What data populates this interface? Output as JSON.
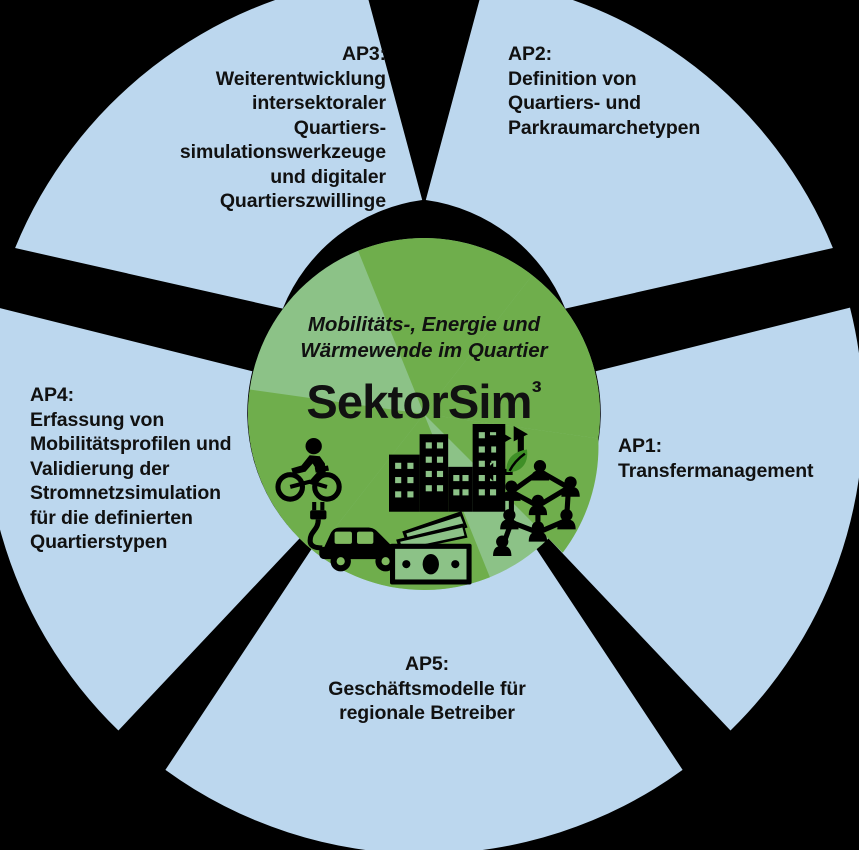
{
  "meta": {
    "figure_title": "SektorSim³ Arbeitspakete Blütendiagramm",
    "background_color": "#000000"
  },
  "colors": {
    "petal": "#bcd7ee",
    "core_green_dark": "#6fae4c",
    "core_green_light": "#8cc287",
    "text": "#111111",
    "icon": "#000000",
    "leaf_green": "#4a9a2f"
  },
  "core": {
    "tagline": "Mobilitäts-, Energie und\nWärmewende im Quartier",
    "title": "SektorSim",
    "title_superscript": "³",
    "icons": [
      {
        "name": "cyclist-icon",
        "label": "Radfahrer"
      },
      {
        "name": "city-buildings-icon",
        "label": "Gebäude / Quartier"
      },
      {
        "name": "recycling-leaf-icon",
        "label": "Recycling mit Blatt"
      },
      {
        "name": "electric-car-icon",
        "label": "Elektroauto mit Ladestecker"
      },
      {
        "name": "banknotes-icon",
        "label": "Geldscheine"
      },
      {
        "name": "stakeholder-network-icon",
        "label": "Akteursnetzwerk"
      }
    ]
  },
  "petals": [
    {
      "id": "ap1",
      "code": "AP1:",
      "text": "AP1:\nTransfermanagement",
      "title": "Transfermanagement",
      "position": "right"
    },
    {
      "id": "ap2",
      "code": "AP2:",
      "text": "AP2:\nDefinition von\nQuartiers- und\nParkraumarchetypen",
      "title": "Definition von Quartiers- und Parkraumarchetypen",
      "position": "top-right"
    },
    {
      "id": "ap3",
      "code": "AP3:",
      "text": "AP3:\nWeiterentwicklung\nintersektoraler\nQuartiers-\nsimulationswerkzeuge\nund digitaler\nQuartierszwillinge",
      "title": "Weiterentwicklung intersektoraler Quartierssimulationswerkzeuge und digitaler Quartierszwillinge",
      "position": "top-left"
    },
    {
      "id": "ap4",
      "code": "AP4:",
      "text": "AP4:\nErfassung von\nMobilitätsprofilen und\nValidierung der\nStromnetzsimulation\nfür die definierten\nQuartierstypen",
      "title": "Erfassung von Mobilitätsprofilen und Validierung der Stromnetzsimulation für die definierten Quartierstypen",
      "position": "left"
    },
    {
      "id": "ap5",
      "code": "AP5:",
      "text": "AP5:\nGeschäftsmodelle für\nregionale Betreiber",
      "title": "Geschäftsmodelle für regionale Betreiber",
      "position": "bottom"
    }
  ]
}
